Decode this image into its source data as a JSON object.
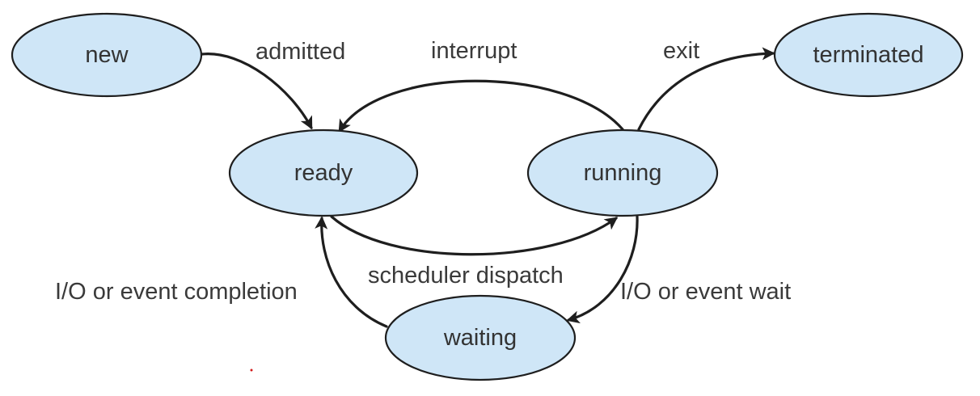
{
  "colors": {
    "state_fill": "#cfe6f7",
    "outline": "#1e1e1e",
    "text": "#333333",
    "mark": "#d21a1a"
  },
  "states": {
    "new": "new",
    "ready": "ready",
    "running": "running",
    "terminated": "terminated",
    "waiting": "waiting"
  },
  "transitions": {
    "admitted": "admitted",
    "interrupt": "interrupt",
    "exit": "exit",
    "scheduler_dispatch": "scheduler dispatch",
    "io_event_wait": "I/O or event wait",
    "io_event_completion": "I/O or event completion"
  }
}
